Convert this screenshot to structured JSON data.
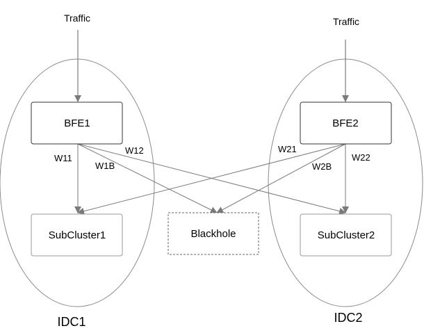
{
  "traffic_left": "Traffic",
  "traffic_right": "Traffic",
  "nodes": {
    "bfe1": "BFE1",
    "bfe2": "BFE2",
    "subcluster1": "SubCluster1",
    "subcluster2": "SubCluster2",
    "blackhole": "Blackhole"
  },
  "edges": {
    "w11": "W11",
    "w12": "W12",
    "w1b": "W1B",
    "w21": "W21",
    "w22": "W22",
    "w2b": "W2B"
  },
  "groups": {
    "idc1": "IDC1",
    "idc2": "IDC2"
  },
  "colors": {
    "line": "#7a7a7a",
    "ellipse": "#8a8a8a",
    "box_border": "#333333",
    "subcluster_border": "#999999"
  }
}
